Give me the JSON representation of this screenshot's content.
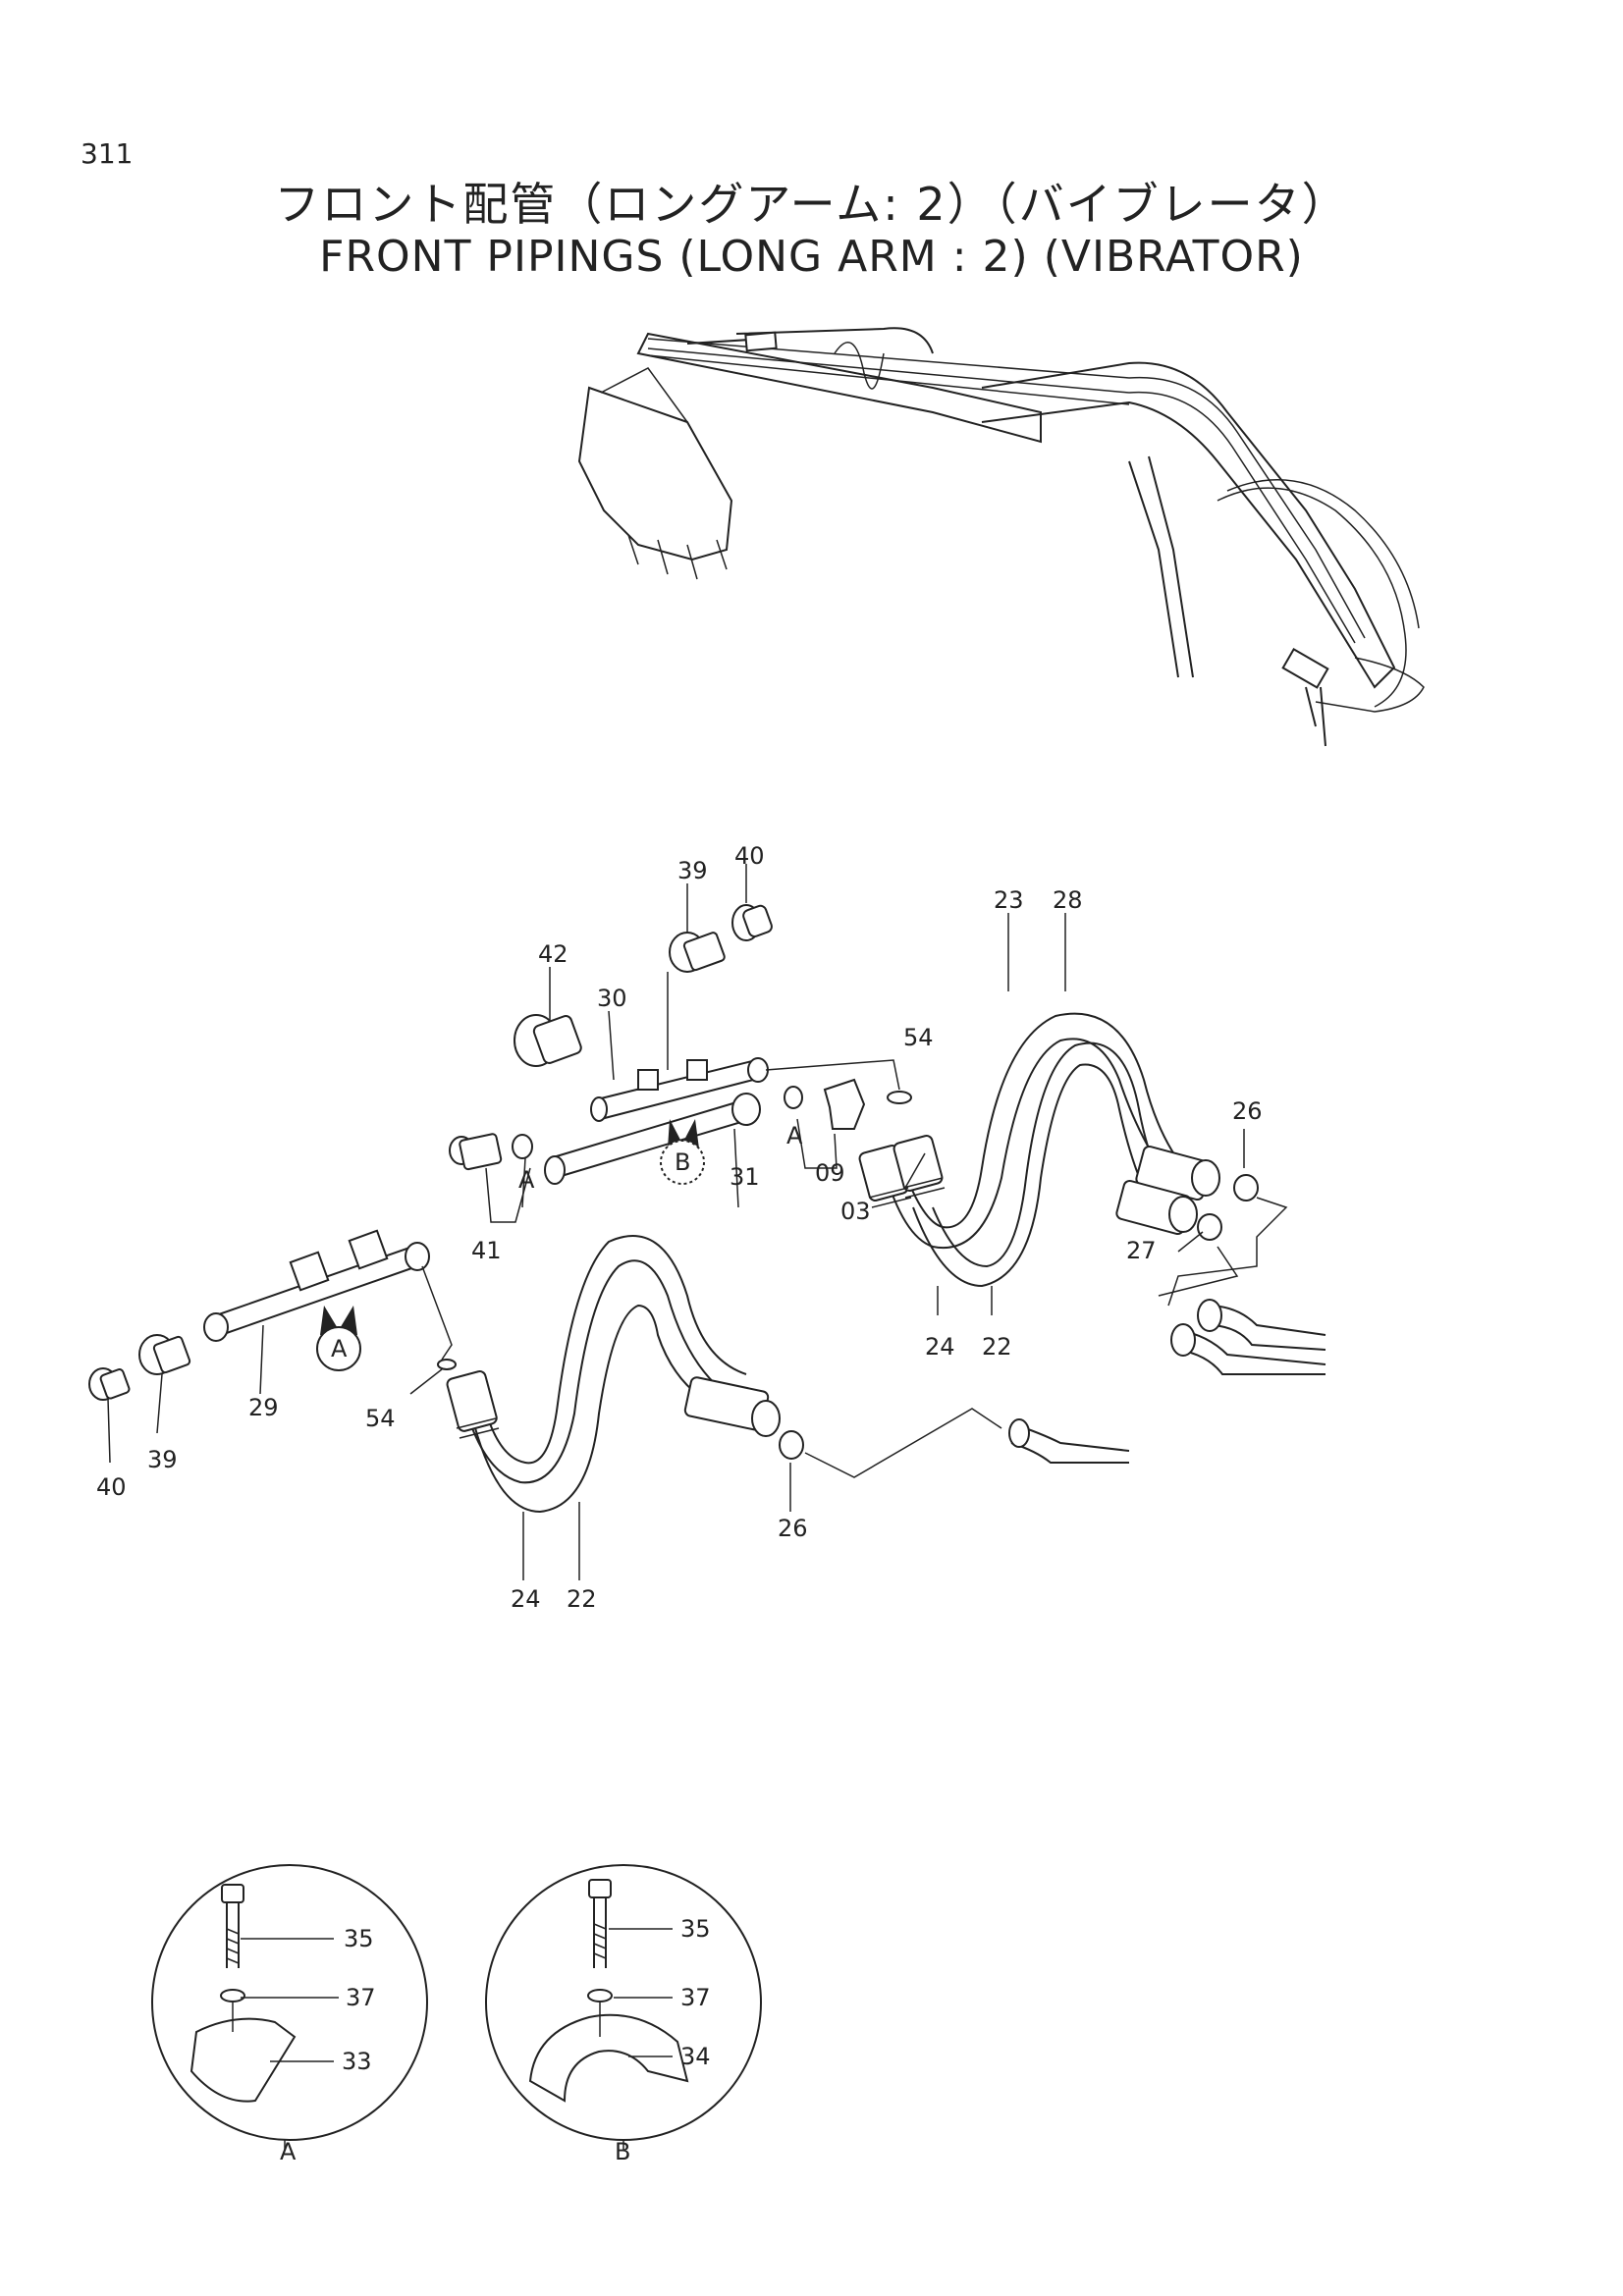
{
  "page": {
    "number": "311",
    "title_jp": "フロント配管（ロングアーム: 2）（バイブレータ）",
    "title_en": "FRONT PIPINGS (LONG ARM : 2) (VIBRATOR)"
  },
  "callouts": {
    "c40a": "40",
    "c39a": "39",
    "c42": "42",
    "c30": "30",
    "c54a": "54",
    "c23": "23",
    "c28": "28",
    "c26a": "26",
    "cAa": "A",
    "cB": "B",
    "c31": "31",
    "c09": "09",
    "cAb": "A",
    "c41": "41",
    "c03": "03",
    "c27": "27",
    "c24a": "24",
    "c22a": "22",
    "cAc": "A",
    "c29": "29",
    "c40b": "40",
    "c39b": "39",
    "c54b": "54",
    "c26b": "26",
    "c24b": "24",
    "c22b": "22"
  },
  "details": {
    "A": {
      "label": "A",
      "c35": "35",
      "c37": "37",
      "c33": "33"
    },
    "B": {
      "label": "B",
      "c35": "35",
      "c37": "37",
      "c34": "34"
    }
  }
}
